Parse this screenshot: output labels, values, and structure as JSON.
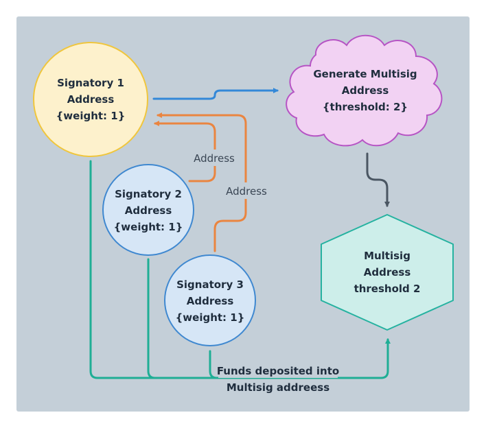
{
  "colors": {
    "canvas": "#c4cfd8",
    "signatory1_fill": "#fdf1cc",
    "signatory1_stroke": "#f0c63c",
    "signatory_fill": "#d6e6f6",
    "signatory_stroke": "#3f88d0",
    "cloud_fill": "#f2d2f3",
    "cloud_stroke": "#b654c4",
    "hexagon_fill": "#cdeeea",
    "hexagon_stroke": "#25b2a0",
    "arrow_blue": "#3388d8",
    "arrow_orange": "#ea8540",
    "arrow_slate": "#4a5662",
    "arrow_teal": "#1fae95"
  },
  "nodes": {
    "signatory1": {
      "line1": "Signatory 1",
      "line2": "Address",
      "line3": "{weight: 1}"
    },
    "signatory2": {
      "line1": "Signatory 2",
      "line2": "Address",
      "line3": "{weight: 1}"
    },
    "signatory3": {
      "line1": "Signatory 3",
      "line2": "Address",
      "line3": "{weight: 1}"
    },
    "generate": {
      "line1": "Generate Multisig",
      "line2": "Address",
      "line3": "{threshold: 2}"
    },
    "multisig": {
      "line1": "Multisig",
      "line2": "Address",
      "line3": "threshold 2"
    }
  },
  "edges": {
    "sig2_label": "Address",
    "sig3_label": "Address",
    "funds_line1": "Funds deposited into",
    "funds_line2": "Multisig addreess"
  }
}
